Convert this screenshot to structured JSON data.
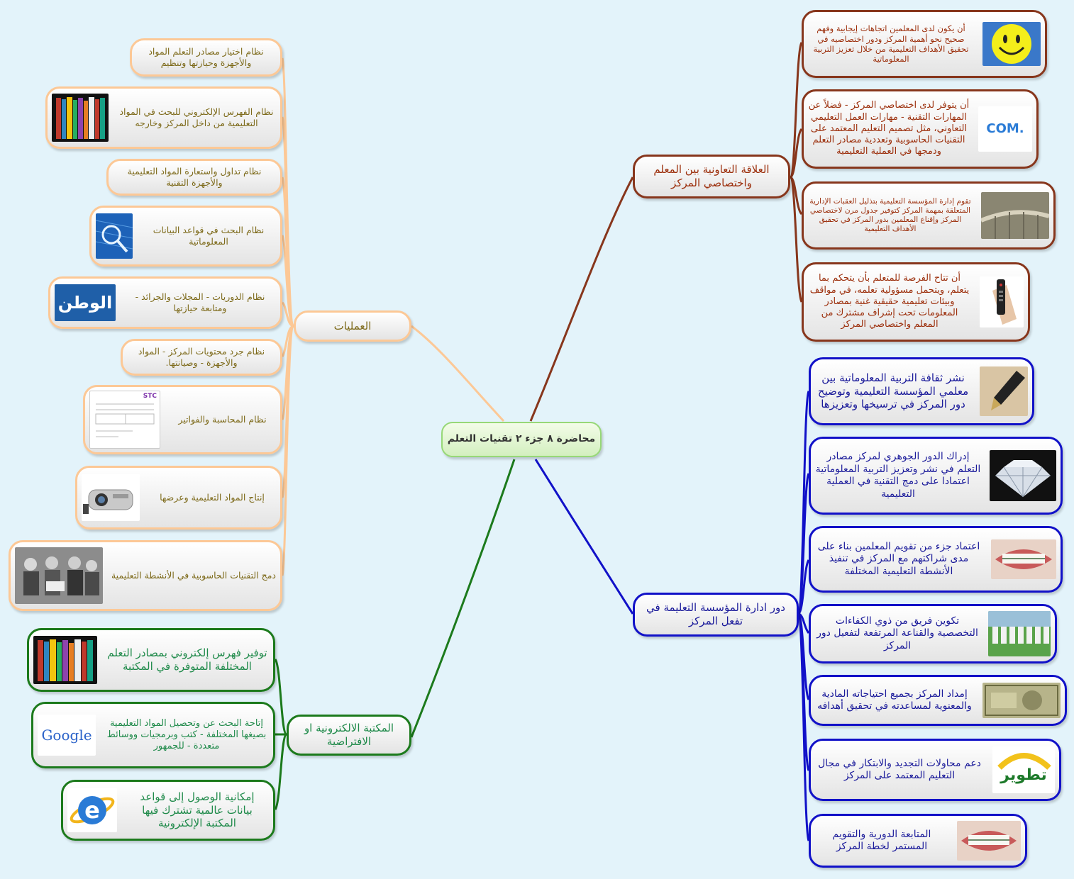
{
  "root": {
    "label": "محاضرة ٨ جزء ٢ تقنيات التعلم"
  },
  "branches": {
    "operations": {
      "label": "العمليات",
      "color": "#fcc896",
      "items": [
        {
          "label": "نظام اختيار مصادر التعلم المواد والأجهزة  وحيازتها وتنظيم",
          "icon": ""
        },
        {
          "label": "نظام الفهرس الإلكتروني للبحث في المواد التعليمية من داخل المركز وخارجه",
          "icon": "books-icon"
        },
        {
          "label": "نظام تداول واستعارة المواد التعليمية والأجهزة التقنية",
          "icon": ""
        },
        {
          "label": "نظام البحث في قواعد البيانات المعلوماتية",
          "icon": "magnifier-icon"
        },
        {
          "label": "نظام الدوريات - المجلات والجرائد - ومتابعة حيازتها",
          "icon": "alwatan-logo-icon",
          "logo_text": "الوطن"
        },
        {
          "label": "نظام جرد محتويات المركز - المواد والأجهزة - وصيانتها.",
          "icon": ""
        },
        {
          "label": "نظام المحاسبة والفواتير",
          "icon": "invoice-icon",
          "logo_text": "STC"
        },
        {
          "label": "إنتاج المواد التعليمية وعرضها",
          "icon": "projector-icon"
        },
        {
          "label": "دمج التقنيات الحاسوبية في الأنشطة التعليمية",
          "icon": "women-laptop-photo-icon"
        }
      ]
    },
    "elibrary": {
      "label": "المكتبة الالكترونية او الافتراضية",
      "color": "#1c7a1c",
      "items": [
        {
          "label": "توفير فهرس إلكتروني بمصادر التعلم المختلفة المتوفرة في المكتبة",
          "icon": "books-icon"
        },
        {
          "label": "إتاحة البحث عن وتحصيل المواد التعليمية بصيغها المختلفة - كتب وبرمجيات ووسائط متعددة - للجمهور",
          "icon": "google-logo-icon",
          "logo_text": "Google"
        },
        {
          "label": "إمكانية الوصول إلى قواعد بيانات عالمية تشترك فيها المكتبة الإلكترونية",
          "icon": "internet-explorer-icon"
        }
      ]
    },
    "cooperation": {
      "label": "العلاقة التعاونية بين المعلم واختصاصي المركز",
      "color": "#87361c",
      "items": [
        {
          "label": "أن يكون لدى المعلمين اتجاهات إيجابية وفهم صحيح نحو أهمية المركز ودور اختصاصيه في تحقيق الأهداف التعليمية من خلال تعزيز التربية المعلوماتية",
          "icon": "smiley-icon"
        },
        {
          "label": "أن يتوفر لدى اختصاصي المركز - فضلاً عن المهارات التقنية - مهارات العمل التعليمي التعاوني، مثل تصميم التعليم المعتمد على التقنيات الحاسوبية وتعددية مصادر التعلم ودمجها في العملية التعليمية",
          "icon": "dotcom-team-icon",
          "logo_text": ".COM"
        },
        {
          "label": "تقوم إدارة المؤسسة التعليمية بتذليل العقبات الإدارية المتعلقة بمهمة المركز كتوفير جدول مرن لاختصاصي المركز وإقناع المعلمين بدور المركز في تحقيق الأهداف التعليمية",
          "icon": "bridge-photo-icon"
        },
        {
          "label": "أن تتاح الفرصة للمتعلم بأن يتحكم بما يتعلم، ويتحمل مسؤولية تعلمه، في مواقف وبيئات تعليمية حقيقية غنية بمصادر المعلومات تحت إشراف مشترك من المعلم واختصاصي المركز",
          "icon": "remote-control-icon"
        }
      ]
    },
    "admin": {
      "label": "دور ادارة المؤسسة التعليمة في تفعل المركز",
      "color": "#1111c8",
      "items": [
        {
          "label": "نشر ثقافة التربية المعلوماتية بين معلمي المؤسسة التعليمية وتوضيح دور المركز في ترسيخها وتعزيزها",
          "icon": "fountain-pen-icon"
        },
        {
          "label": "إدراك الدور الجوهري لمركز مصادر التعلم في نشر وتعزيز التربية المعلوماتية اعتمادا على دمج التقنية في العملية التعليمية",
          "icon": "diamond-icon"
        },
        {
          "label": "اعتماد جزء من تقويم المعلمين بناء على مدى شراكتهم مع المركز في تنفيذ الأنشطة التعليمية المختلفة",
          "icon": "teeth-braces-icon"
        },
        {
          "label": "تكوين فريق من ذوي الكفاءات التخصصية والقناعة المرتفعة لتفعيل دور المركز",
          "icon": "team-photo-icon"
        },
        {
          "label": "إمداد المركز بجميع احتياجاته المادية والمعنوية لمساعدته في تحقيق أهدافه",
          "icon": "banknote-icon"
        },
        {
          "label": "دعم محاولات التجديد والابتكار في مجال التعليم المعتمد على المركز",
          "icon": "tatweer-logo-icon",
          "logo_text": "تطوير"
        },
        {
          "label": "المتابعة الدورية والتقويم المستمر لخطة المركز",
          "icon": "teeth-braces-icon"
        }
      ]
    }
  }
}
